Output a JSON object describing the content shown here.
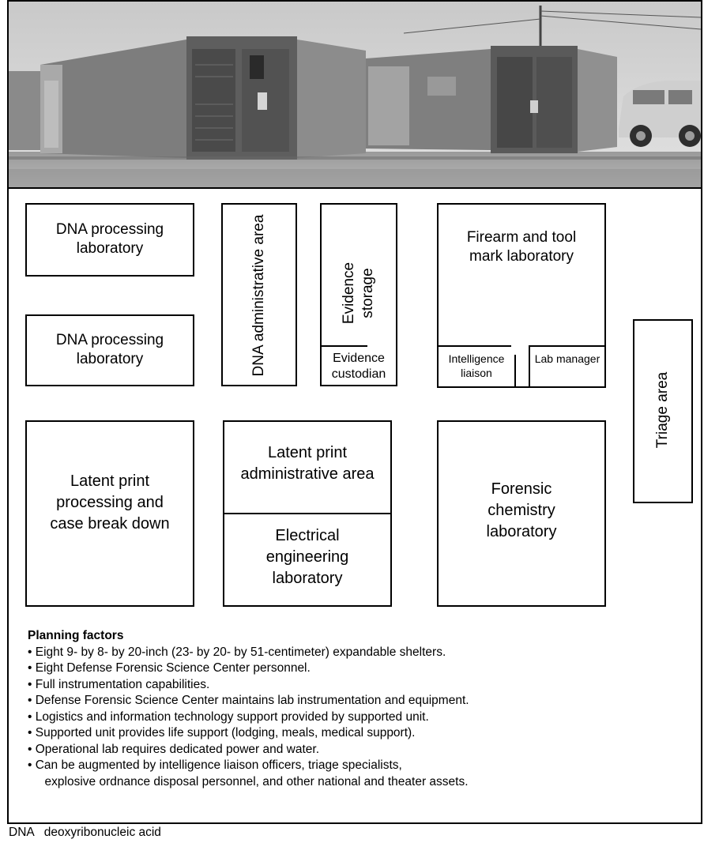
{
  "rooms": {
    "dna_lab_1": "DNA processing laboratory",
    "dna_lab_2": "DNA processing laboratory",
    "dna_admin": "DNA administrative area",
    "evidence_storage": "Evidence storage",
    "evidence_custodian": "Evidence custodian",
    "firearm_lab": "Firearm and tool mark laboratory",
    "intel_liaison": "Intelligence liaison",
    "lab_manager": "Lab manager",
    "triage": "Triage area",
    "latent_processing": "Latent print processing and case break down",
    "latent_admin": "Latent print administrative area",
    "electrical_lab": "Electrical engineering laboratory",
    "chemistry_lab": "Forensic chemistry laboratory"
  },
  "planning": {
    "heading": "Planning factors",
    "items": [
      "• Eight 9- by 8- by 20-inch (23- by 20- by 51-centimeter) expandable shelters.",
      "• Eight Defense Forensic Science Center personnel.",
      "• Full instrumentation capabilities.",
      "• Defense Forensic Science Center maintains lab instrumentation and equipment.",
      "• Logistics and information technology support provided by supported unit.",
      "• Supported unit provides life support (lodging, meals, medical support).",
      "• Operational lab requires dedicated power and water.",
      "• Can be augmented by intelligence liaison officers, triage specialists,",
      "     explosive ordnance disposal personnel, and other national and theater assets."
    ]
  },
  "footer": {
    "abbr": "DNA",
    "definition": "deoxyribonucleic acid"
  }
}
